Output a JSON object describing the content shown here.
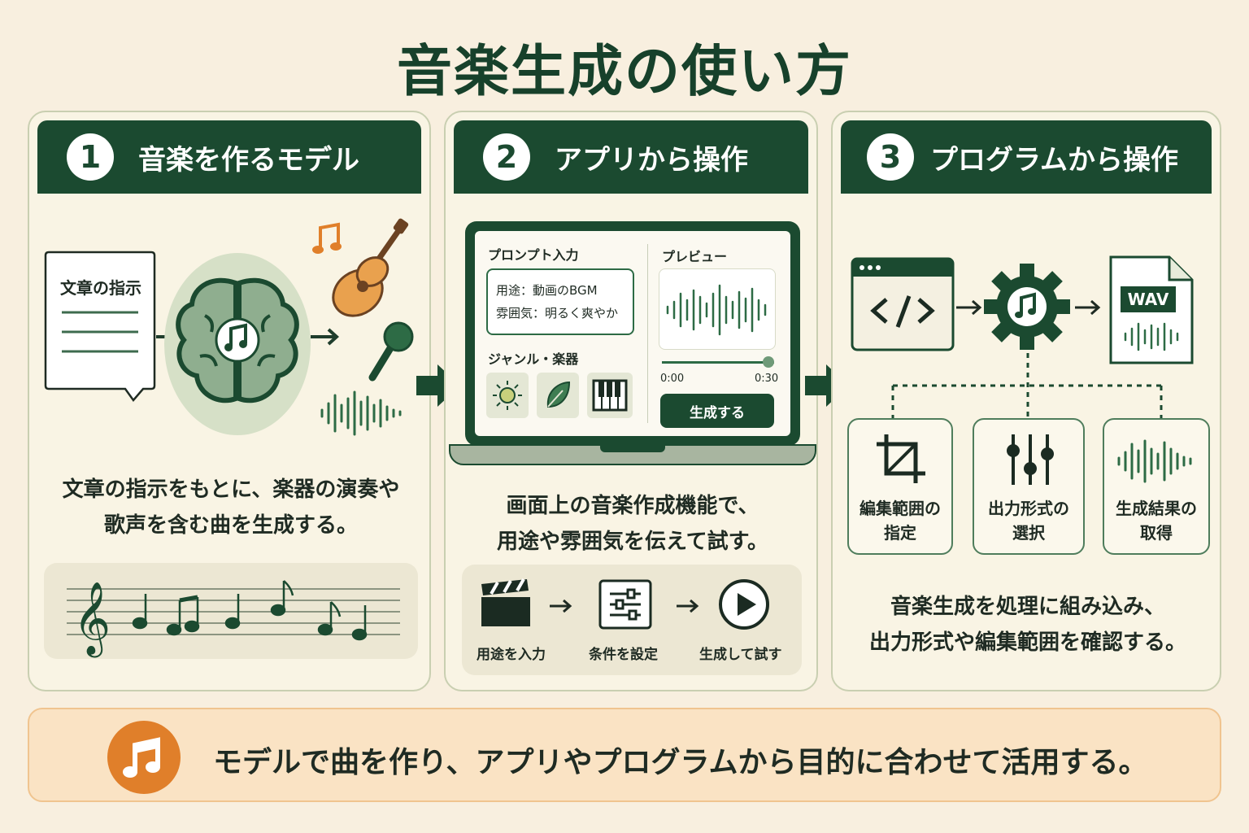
{
  "title": "音楽生成の使い方",
  "panels": [
    {
      "number": "1",
      "heading": "音楽を作るモデル",
      "bubble_label": "文章の指示",
      "desc_line1": "文章の指示をもとに、楽器の演奏や",
      "desc_line2": "歌声を含む曲を生成する。"
    },
    {
      "number": "2",
      "heading": "アプリから操作",
      "screen": {
        "prompt_label": "プロンプト入力",
        "prompt_line1": "用途：動画のBGM",
        "prompt_line2": "雰囲気：明るく爽やか",
        "genre_label": "ジャンル・楽器",
        "preview_label": "プレビュー",
        "time_start": "0:00",
        "time_end": "0:30",
        "generate_button": "生成する"
      },
      "desc_line1": "画面上の音楽作成機能で、",
      "desc_line2": "用途や雰囲気を伝えて試す。",
      "steps": [
        "用途を入力",
        "条件を設定",
        "生成して試す"
      ]
    },
    {
      "number": "3",
      "heading": "プログラムから操作",
      "file_label": "WAV",
      "options": [
        {
          "line1": "編集範囲の",
          "line2": "指定"
        },
        {
          "line1": "出力形式の",
          "line2": "選択"
        },
        {
          "line1": "生成結果の",
          "line2": "取得"
        }
      ],
      "desc_line1": "音楽生成を処理に組み込み、",
      "desc_line2": "出力形式や編集範囲を確認する。"
    }
  ],
  "summary": "モデルで曲を作り、アプリやプログラムから目的に合わせて活用する。",
  "colors": {
    "dark_green": "#1b4a30",
    "accent_orange": "#e07f2a",
    "background": "#f8efdf"
  }
}
